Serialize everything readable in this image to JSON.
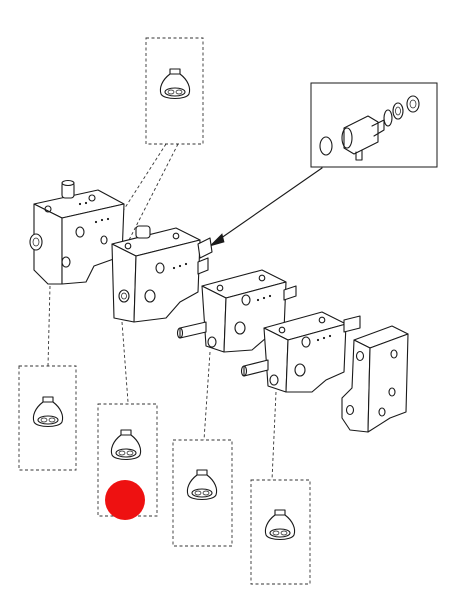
{
  "diagram": {
    "parts": [
      {
        "id": "inlet-section",
        "kind": "valve-section"
      },
      {
        "id": "valve-section-1",
        "kind": "valve-section"
      },
      {
        "id": "valve-section-2",
        "kind": "valve-section"
      },
      {
        "id": "valve-section-3",
        "kind": "valve-section"
      },
      {
        "id": "end-plate",
        "kind": "end-cover"
      },
      {
        "id": "solenoid-kit",
        "kind": "detail-inset"
      },
      {
        "id": "seal-kit-top",
        "kind": "seal-kit"
      },
      {
        "id": "seal-kit-1",
        "kind": "seal-kit"
      },
      {
        "id": "seal-kit-2",
        "kind": "seal-kit"
      },
      {
        "id": "seal-kit-3",
        "kind": "seal-kit"
      },
      {
        "id": "seal-kit-4",
        "kind": "seal-kit"
      }
    ],
    "marker": {
      "color": "#ee1111"
    },
    "line_color": "#1a1a1a"
  }
}
